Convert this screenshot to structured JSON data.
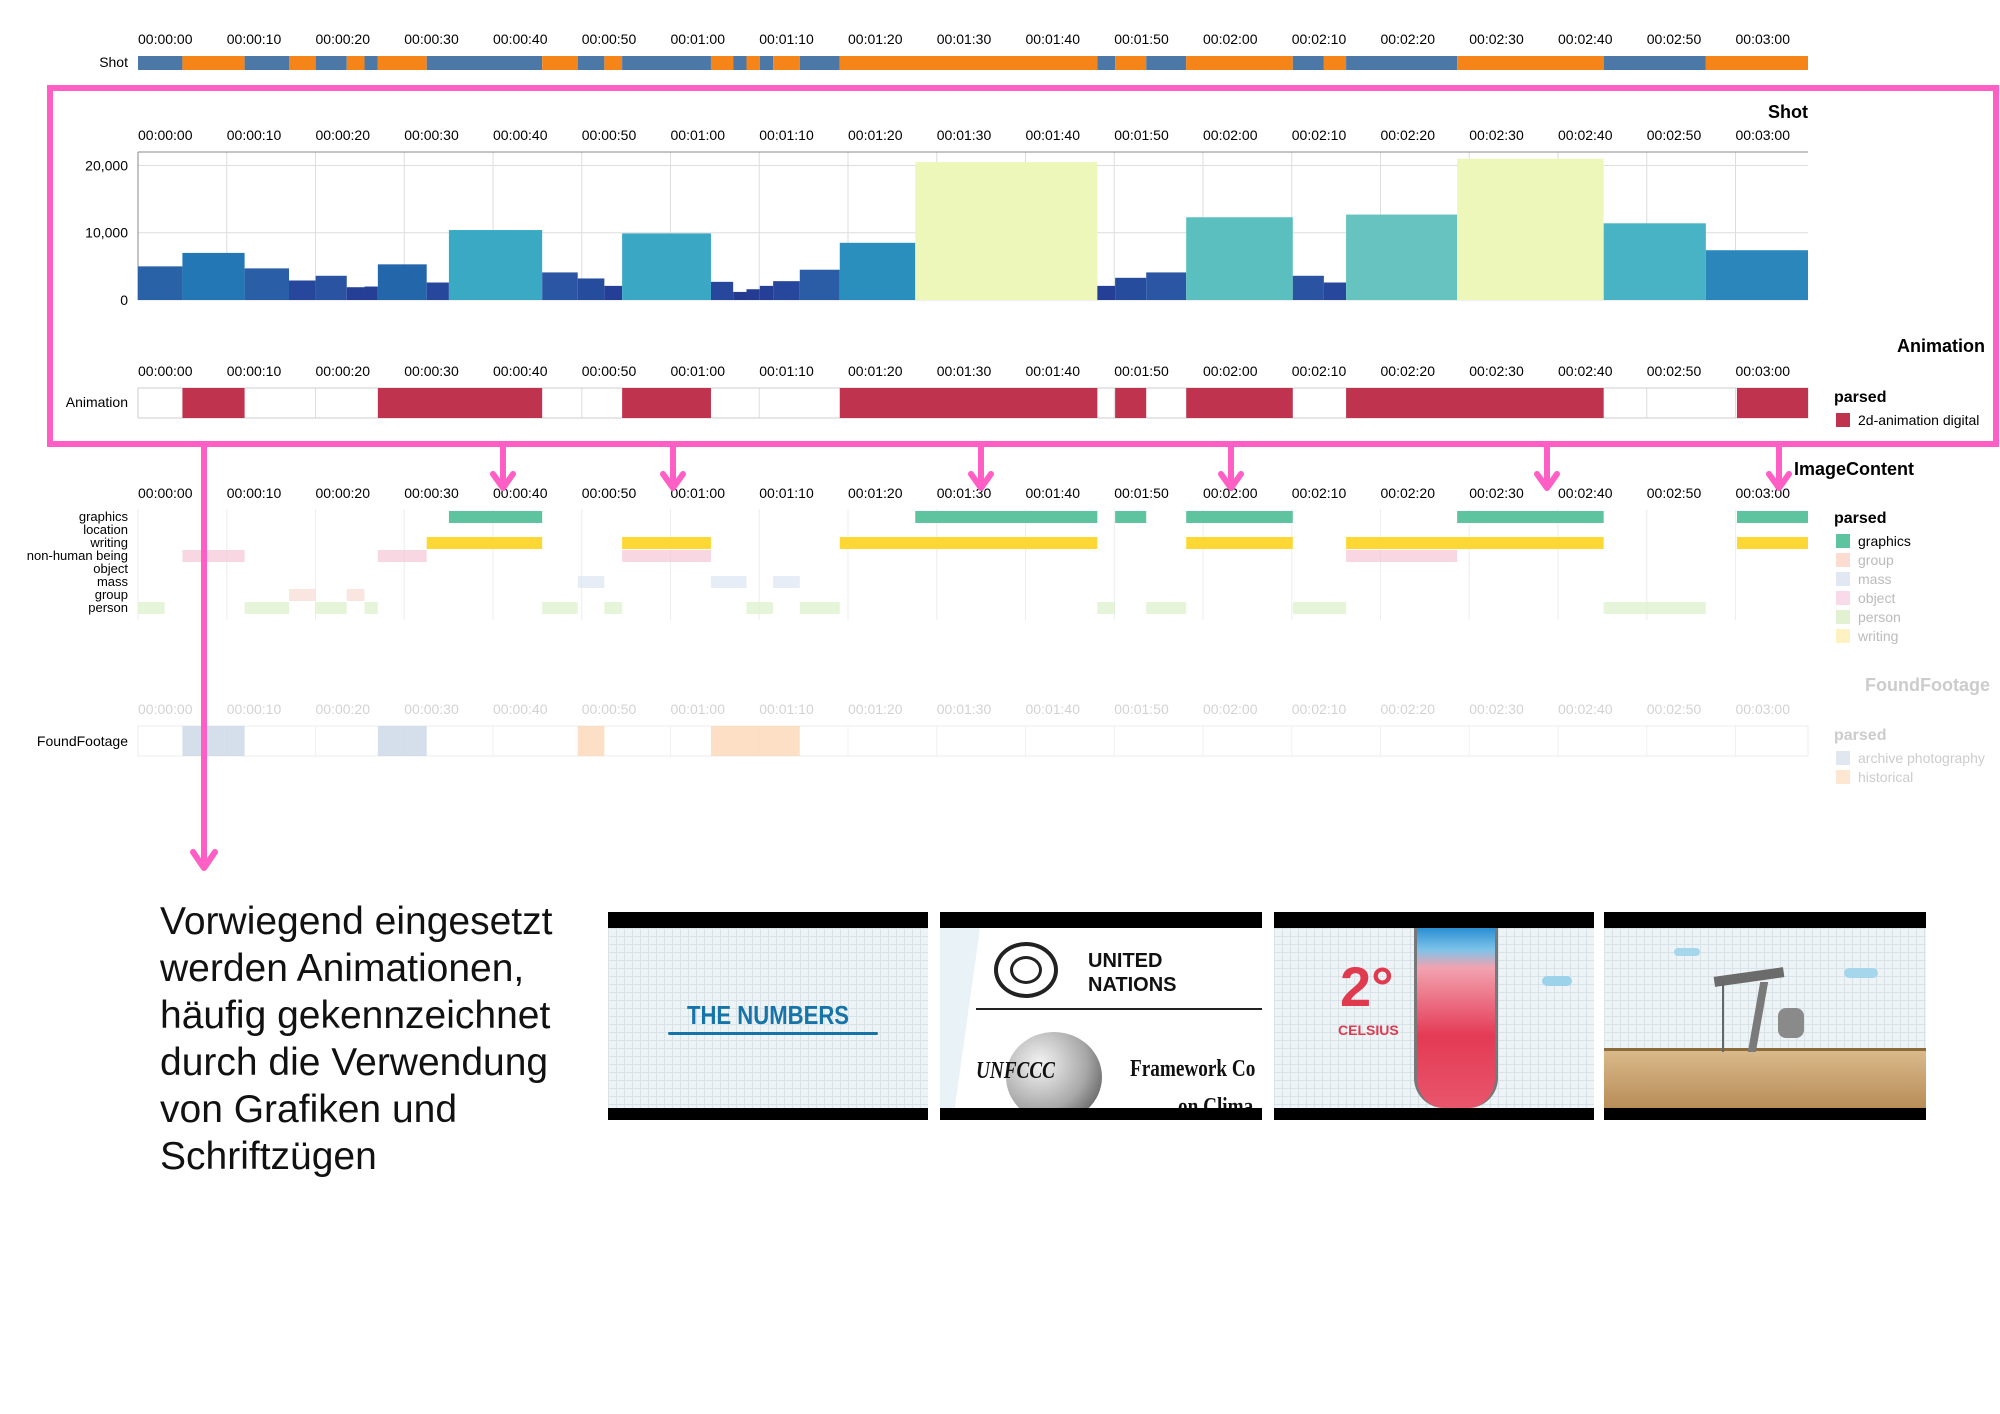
{
  "colors": {
    "highlight": "#ff5ec4",
    "shot_a": "#4c78a8",
    "shot_b": "#f58518",
    "animation": "#c0334f",
    "graphics": "#5dc49f",
    "writing": "#fdd835"
  },
  "time_ticks": [
    "00:00:00",
    "00:00:10",
    "00:00:20",
    "00:00:30",
    "00:00:40",
    "00:00:50",
    "00:01:00",
    "00:01:10",
    "00:01:20",
    "00:01:30",
    "00:01:40",
    "00:01:50",
    "00:02:00",
    "00:02:10",
    "00:02:20",
    "00:02:30",
    "00:02:40",
    "00:02:50",
    "00:03:00"
  ],
  "chart_data": [
    {
      "type": "timeline",
      "row_label": "Shot",
      "x_unit": "seconds",
      "xlim": [
        0,
        188
      ],
      "segments": [
        {
          "start": 0,
          "end": 5,
          "c": "a"
        },
        {
          "start": 5,
          "end": 12,
          "c": "b"
        },
        {
          "start": 12,
          "end": 17,
          "c": "a"
        },
        {
          "start": 17,
          "end": 20,
          "c": "b"
        },
        {
          "start": 20,
          "end": 23.5,
          "c": "a"
        },
        {
          "start": 23.5,
          "end": 25.5,
          "c": "b"
        },
        {
          "start": 25.5,
          "end": 27,
          "c": "a"
        },
        {
          "start": 27,
          "end": 32.5,
          "c": "b"
        },
        {
          "start": 32.5,
          "end": 45.5,
          "c": "a"
        },
        {
          "start": 45.5,
          "end": 49.5,
          "c": "b"
        },
        {
          "start": 49.5,
          "end": 52.5,
          "c": "a"
        },
        {
          "start": 52.5,
          "end": 54.5,
          "c": "b"
        },
        {
          "start": 54.5,
          "end": 64.5,
          "c": "a"
        },
        {
          "start": 64.5,
          "end": 67,
          "c": "b"
        },
        {
          "start": 67,
          "end": 68.5,
          "c": "a"
        },
        {
          "start": 68.5,
          "end": 70,
          "c": "b"
        },
        {
          "start": 70,
          "end": 71.5,
          "c": "a"
        },
        {
          "start": 71.5,
          "end": 74.5,
          "c": "b"
        },
        {
          "start": 74.5,
          "end": 79,
          "c": "a"
        },
        {
          "start": 79,
          "end": 108,
          "c": "b"
        },
        {
          "start": 108,
          "end": 110,
          "c": "a"
        },
        {
          "start": 110,
          "end": 113.5,
          "c": "b"
        },
        {
          "start": 113.5,
          "end": 118,
          "c": "a"
        },
        {
          "start": 118,
          "end": 130,
          "c": "b"
        },
        {
          "start": 130,
          "end": 133.5,
          "c": "a"
        },
        {
          "start": 133.5,
          "end": 136,
          "c": "b"
        },
        {
          "start": 136,
          "end": 148.5,
          "c": "a"
        },
        {
          "start": 148.5,
          "end": 165,
          "c": "b"
        },
        {
          "start": 165,
          "end": 176.5,
          "c": "a"
        },
        {
          "start": 176.5,
          "end": 188,
          "c": "b"
        }
      ]
    },
    {
      "type": "bar",
      "title": "Shot",
      "x_unit": "seconds",
      "xlim": [
        0,
        188
      ],
      "ylim": [
        0,
        22000
      ],
      "y_ticks": [
        "0",
        "10,000",
        "20,000"
      ],
      "y_tick_values": [
        0,
        10000,
        20000
      ],
      "bars": [
        {
          "start": 0,
          "end": 5,
          "value": 5000,
          "color": "#2a62a7"
        },
        {
          "start": 5,
          "end": 12,
          "value": 7000,
          "color": "#2477b5"
        },
        {
          "start": 12,
          "end": 17,
          "value": 4700,
          "color": "#2a5ea6"
        },
        {
          "start": 17,
          "end": 20,
          "value": 2900,
          "color": "#26479b"
        },
        {
          "start": 20,
          "end": 23.5,
          "value": 3600,
          "color": "#2a53a1"
        },
        {
          "start": 23.5,
          "end": 25.5,
          "value": 1900,
          "color": "#243f95"
        },
        {
          "start": 25.5,
          "end": 27,
          "value": 2000,
          "color": "#243f95"
        },
        {
          "start": 27,
          "end": 32.5,
          "value": 5300,
          "color": "#2466aa"
        },
        {
          "start": 32.5,
          "end": 35,
          "value": 2600,
          "color": "#26479b"
        },
        {
          "start": 35,
          "end": 45.5,
          "value": 10400,
          "color": "#3aaac4"
        },
        {
          "start": 45.5,
          "end": 49.5,
          "value": 4100,
          "color": "#2a56a3"
        },
        {
          "start": 49.5,
          "end": 52.5,
          "value": 3200,
          "color": "#264c9d"
        },
        {
          "start": 52.5,
          "end": 54.5,
          "value": 2100,
          "color": "#243f95"
        },
        {
          "start": 54.5,
          "end": 64.5,
          "value": 9900,
          "color": "#3aa7c5"
        },
        {
          "start": 64.5,
          "end": 67,
          "value": 2700,
          "color": "#26479b"
        },
        {
          "start": 67,
          "end": 68.5,
          "value": 1200,
          "color": "#243a8f"
        },
        {
          "start": 68.5,
          "end": 70,
          "value": 1600,
          "color": "#243d92"
        },
        {
          "start": 70,
          "end": 71.5,
          "value": 2100,
          "color": "#243f95"
        },
        {
          "start": 71.5,
          "end": 74.5,
          "value": 2800,
          "color": "#26479b"
        },
        {
          "start": 74.5,
          "end": 79,
          "value": 4500,
          "color": "#2a5da6"
        },
        {
          "start": 79,
          "end": 87.5,
          "value": 8500,
          "color": "#2b8fbe"
        },
        {
          "start": 87.5,
          "end": 108,
          "value": 20500,
          "color": "#ecf7b9"
        },
        {
          "start": 108,
          "end": 110,
          "value": 2100,
          "color": "#243f95"
        },
        {
          "start": 110,
          "end": 113.5,
          "value": 3300,
          "color": "#264c9d"
        },
        {
          "start": 113.5,
          "end": 118,
          "value": 4100,
          "color": "#2a56a3"
        },
        {
          "start": 118,
          "end": 130,
          "value": 12300,
          "color": "#5bbfc0"
        },
        {
          "start": 130,
          "end": 133.5,
          "value": 3600,
          "color": "#2a53a1"
        },
        {
          "start": 133.5,
          "end": 136,
          "value": 2600,
          "color": "#26479b"
        },
        {
          "start": 136,
          "end": 148.5,
          "value": 12700,
          "color": "#66c3c0"
        },
        {
          "start": 148.5,
          "end": 165,
          "value": 21000,
          "color": "#ecf7b9"
        },
        {
          "start": 165,
          "end": 176.5,
          "value": 11400,
          "color": "#47b3c4"
        },
        {
          "start": 176.5,
          "end": 188,
          "value": 7400,
          "color": "#2b86bc"
        }
      ]
    },
    {
      "type": "timeline",
      "title": "Animation",
      "row_label": "Animation",
      "x_unit": "seconds",
      "xlim": [
        0,
        188
      ],
      "legend_title": "parsed",
      "legend": [
        "2d-animation digital"
      ],
      "segments": [
        {
          "start": 5,
          "end": 12
        },
        {
          "start": 27,
          "end": 45.5
        },
        {
          "start": 54.5,
          "end": 64.5
        },
        {
          "start": 79,
          "end": 108
        },
        {
          "start": 110,
          "end": 113.5
        },
        {
          "start": 118,
          "end": 130
        },
        {
          "start": 136,
          "end": 165
        },
        {
          "start": 180,
          "end": 188
        }
      ]
    },
    {
      "type": "timeline",
      "title": "ImageContent",
      "x_unit": "seconds",
      "xlim": [
        0,
        188
      ],
      "rows": [
        "graphics",
        "location",
        "writing",
        "non-human being",
        "object",
        "mass",
        "group",
        "person"
      ],
      "legend_title": "parsed",
      "legend": [
        "graphics",
        "group",
        "mass",
        "object",
        "person",
        "writing"
      ],
      "series": [
        {
          "name": "graphics",
          "segments": [
            {
              "start": 35,
              "end": 45.5
            },
            {
              "start": 87.5,
              "end": 108
            },
            {
              "start": 110,
              "end": 113.5
            },
            {
              "start": 118,
              "end": 130
            },
            {
              "start": 148.5,
              "end": 165
            },
            {
              "start": 180,
              "end": 188
            }
          ]
        },
        {
          "name": "writing",
          "segments": [
            {
              "start": 32.5,
              "end": 45.5
            },
            {
              "start": 54.5,
              "end": 64.5
            },
            {
              "start": 79,
              "end": 108
            },
            {
              "start": 118,
              "end": 130
            },
            {
              "start": 136,
              "end": 165
            },
            {
              "start": 180,
              "end": 188
            }
          ]
        }
      ]
    },
    {
      "type": "timeline",
      "title": "FoundFootage",
      "row_label": "FoundFootage",
      "x_unit": "seconds",
      "xlim": [
        0,
        188
      ],
      "legend_title": "parsed",
      "legend": [
        "archive photography",
        "historical"
      ],
      "segments": [
        {
          "start": 5,
          "end": 12,
          "category": "archive photography"
        },
        {
          "start": 27,
          "end": 32.5,
          "category": "archive photography"
        },
        {
          "start": 49.5,
          "end": 52.5,
          "category": "historical"
        },
        {
          "start": 64.5,
          "end": 74.5,
          "category": "historical"
        }
      ]
    }
  ],
  "caption": "Vorwiegend eingesetzt werden Animationen, häufig gekennzeichnet durch die Verwendung von Grafiken und Schriftzügen",
  "thumbnails": [
    {
      "text": "THE NUMBERS"
    },
    {
      "text_line1": "UNITED",
      "text_line2": "NATIONS",
      "text_line3": "UNFCCC",
      "text_line4": "Framework Co",
      "text_line5": "on Clima"
    },
    {
      "big": "2°",
      "small": "CELSIUS"
    },
    {
      "text": ""
    }
  ]
}
